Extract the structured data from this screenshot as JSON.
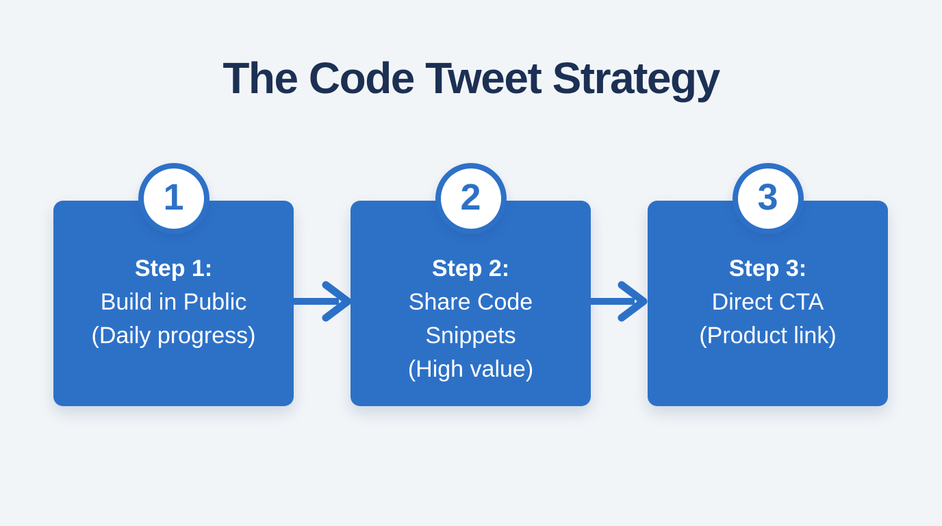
{
  "title": "The Code Tweet Strategy",
  "colors": {
    "background": "#f2f5f8",
    "accent_blue": "#2d71c7",
    "title_navy": "#1c3054",
    "card_text": "#ffffff"
  },
  "steps": [
    {
      "number": "1",
      "label": "Step 1:",
      "lines": [
        "Build in Public",
        "(Daily progress)"
      ]
    },
    {
      "number": "2",
      "label": "Step 2:",
      "lines": [
        "Share Code",
        "Snippets",
        "(High value)"
      ]
    },
    {
      "number": "3",
      "label": "Step 3:",
      "lines": [
        "Direct CTA",
        "(Product link)"
      ]
    }
  ]
}
